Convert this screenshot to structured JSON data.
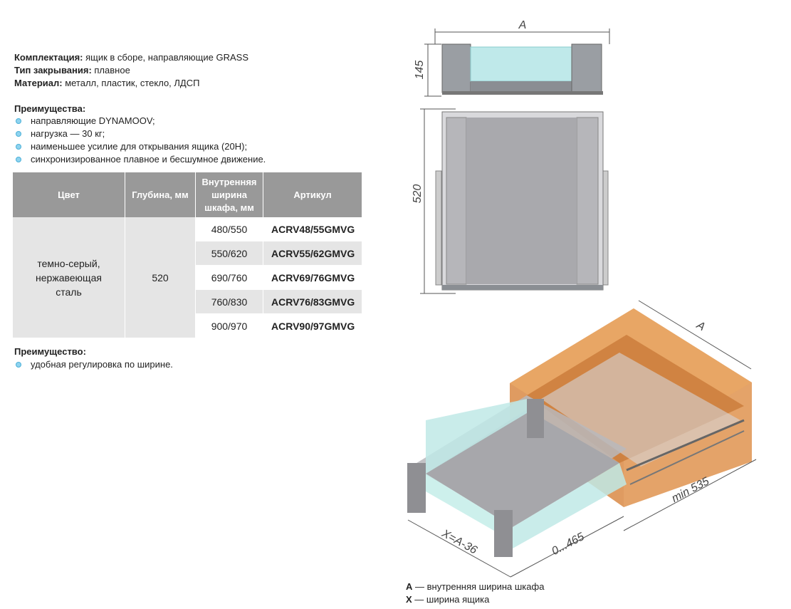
{
  "specs": [
    {
      "label": "Комплектация:",
      "value": " ящик в сборе, направляющие GRASS"
    },
    {
      "label": "Тип закрывания:",
      "value": " плавное"
    },
    {
      "label": "Материал:",
      "value": " металл, пластик, стекло, ЛДСП"
    }
  ],
  "advantages_title": "Преимущества:",
  "advantages": [
    "направляющие DYNAMOOV;",
    "нагрузка — 30 кг;",
    "наименьшее усилие для открывания ящика (20Н);",
    "синхронизированное плавное и бесшумное движение."
  ],
  "table": {
    "headers": [
      "Цвет",
      "Глубина, мм",
      "Внутренняя ширина шкафа, мм",
      "Артикул"
    ],
    "color": "темно-серый, нержавеющая сталь",
    "depth": "520",
    "rows": [
      {
        "width": "480/550",
        "article": "ACRV48/55GMVG"
      },
      {
        "width": "550/620",
        "article": "ACRV55/62GMVG"
      },
      {
        "width": "690/760",
        "article": "ACRV69/76GMVG"
      },
      {
        "width": "760/830",
        "article": "ACRV76/83GMVG"
      },
      {
        "width": "900/970",
        "article": "ACRV90/97GMVG"
      }
    ]
  },
  "advantage2_title": "Преимущество:",
  "advantage2": [
    "удобная регулировка по ширине."
  ],
  "drawing": {
    "dim_a": "A",
    "dim_height": "145",
    "dim_depth": "520",
    "dim_x": "X=A-36",
    "dim_range": "0...465",
    "dim_min": "min 535"
  },
  "legend": [
    {
      "key": "A",
      "text": " — внутренняя ширина шкафа"
    },
    {
      "key": "X",
      "text": " — ширина ящика"
    }
  ],
  "colors": {
    "header": "#999999",
    "alt_row": "#e5e5e5",
    "bullet": "#8fd3ef",
    "cabinet": "#d98a45"
  }
}
